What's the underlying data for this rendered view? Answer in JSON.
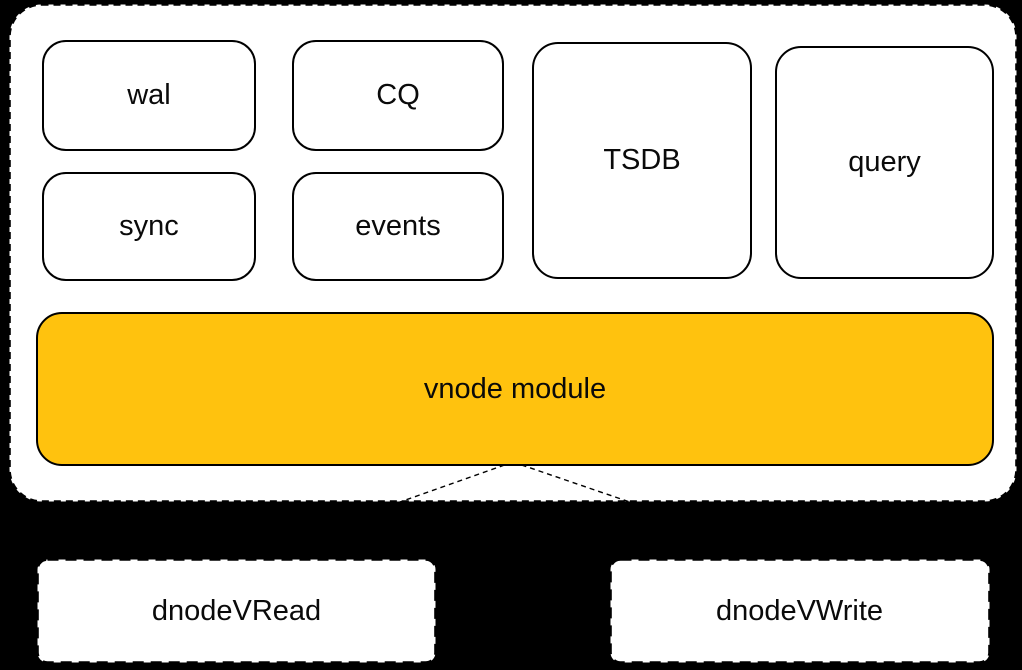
{
  "colors": {
    "background": "#000000",
    "panel": "#ffffff",
    "box_fill": "#ffffff",
    "vnode_fill": "#ffc20e",
    "stroke": "#000000"
  },
  "vnode_panel": {
    "modules": [
      {
        "id": "wal",
        "label": "wal"
      },
      {
        "id": "cq",
        "label": "CQ"
      },
      {
        "id": "sync",
        "label": "sync"
      },
      {
        "id": "events",
        "label": "events"
      },
      {
        "id": "tsdb",
        "label": "TSDB"
      },
      {
        "id": "query",
        "label": "query"
      }
    ],
    "vnode": {
      "label": "vnode module"
    }
  },
  "dnode_queues": [
    {
      "id": "dnode-vread",
      "label": "dnodeVRead"
    },
    {
      "id": "dnode-vwrite",
      "label": "dnodeVWrite"
    }
  ]
}
